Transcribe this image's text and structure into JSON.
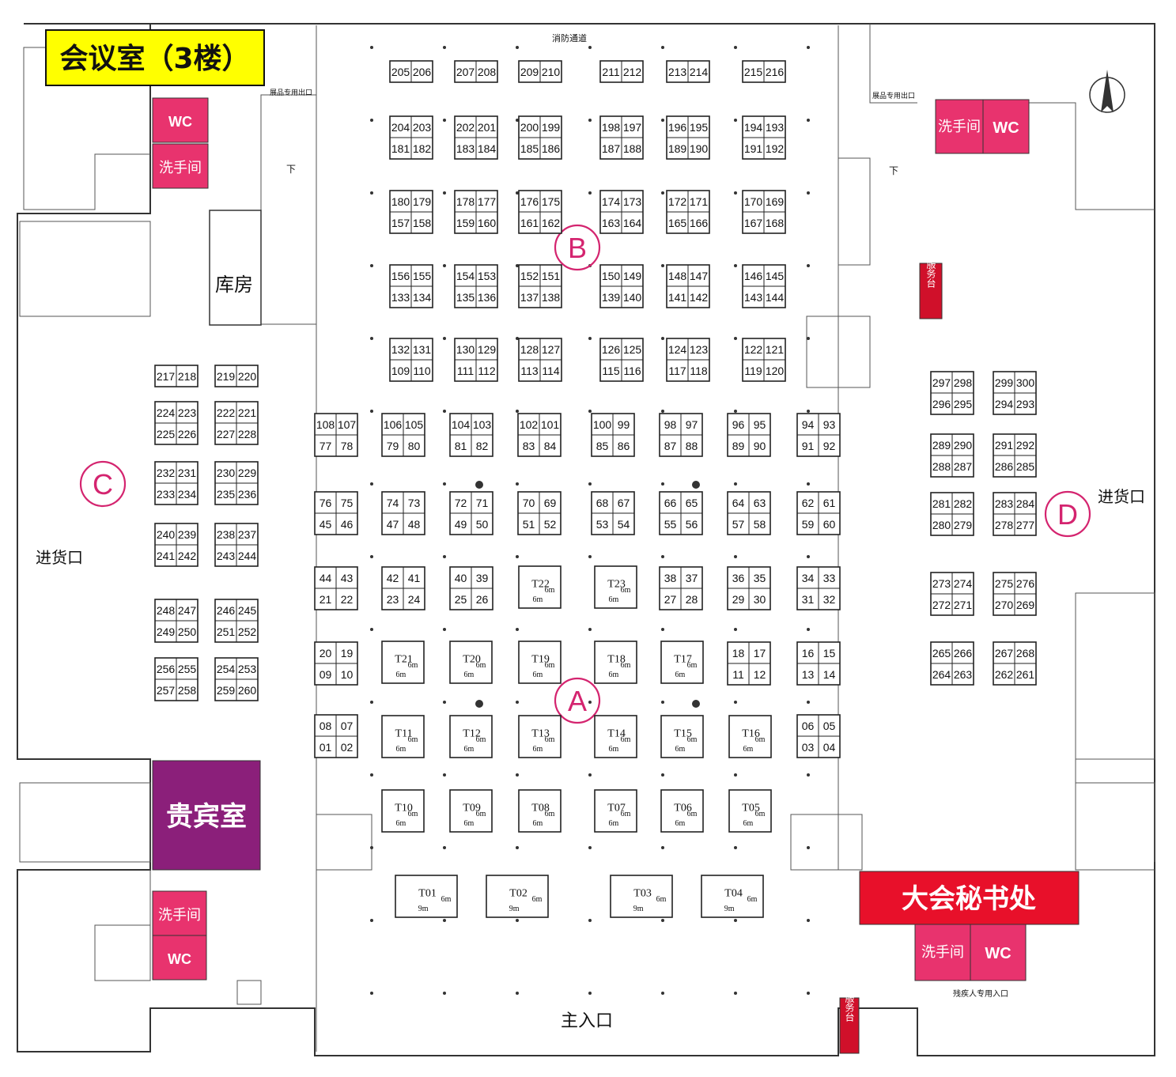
{
  "title": "会议室（3楼）",
  "labels": {
    "fire_passage": "消防通道",
    "exhibit_exit_left": "展品专用出口",
    "exhibit_exit_right": "展品专用出口",
    "down_left": "下",
    "down_right": "下",
    "storage": "库房",
    "loading_left": "进货口",
    "loading_right": "进货口",
    "main_entrance": "主入口",
    "vip_room": "贵宾室",
    "secretariat": "大会秘书处",
    "disabled_entrance": "残疾人专用入口",
    "service_desk_top": "服务台",
    "service_desk_bottom": "服务台"
  },
  "restrooms": {
    "top_left_wc": "WC",
    "top_left_wash": "洗手间",
    "top_right_wash": "洗手间",
    "top_right_wc": "WC",
    "bottom_left_wash": "洗手间",
    "bottom_left_wc": "WC",
    "bottom_right_wash": "洗手间",
    "bottom_right_wc": "WC"
  },
  "zones": [
    "A",
    "B",
    "C",
    "D"
  ],
  "booths": [
    [
      "205",
      "206"
    ],
    [
      "207",
      "208"
    ],
    [
      "209",
      "210"
    ],
    [
      "211",
      "212"
    ],
    [
      "213",
      "214"
    ],
    [
      "215",
      "216"
    ],
    [
      "204",
      "203",
      "181",
      "182"
    ],
    [
      "202",
      "201",
      "183",
      "184"
    ],
    [
      "200",
      "199",
      "185",
      "186"
    ],
    [
      "198",
      "197",
      "187",
      "188"
    ],
    [
      "196",
      "195",
      "189",
      "190"
    ],
    [
      "194",
      "193",
      "191",
      "192"
    ],
    [
      "180",
      "179",
      "157",
      "158"
    ],
    [
      "178",
      "177",
      "159",
      "160"
    ],
    [
      "176",
      "175",
      "161",
      "162"
    ],
    [
      "174",
      "173",
      "163",
      "164"
    ],
    [
      "172",
      "171",
      "165",
      "166"
    ],
    [
      "170",
      "169",
      "167",
      "168"
    ],
    [
      "156",
      "155",
      "133",
      "134"
    ],
    [
      "154",
      "153",
      "135",
      "136"
    ],
    [
      "152",
      "151",
      "137",
      "138"
    ],
    [
      "150",
      "149",
      "139",
      "140"
    ],
    [
      "148",
      "147",
      "141",
      "142"
    ],
    [
      "146",
      "145",
      "143",
      "144"
    ],
    [
      "132",
      "131",
      "109",
      "110"
    ],
    [
      "130",
      "129",
      "111",
      "112"
    ],
    [
      "128",
      "127",
      "113",
      "114"
    ],
    [
      "126",
      "125",
      "115",
      "116"
    ],
    [
      "124",
      "123",
      "117",
      "118"
    ],
    [
      "122",
      "121",
      "119",
      "120"
    ],
    [
      "108",
      "107",
      "77",
      "78"
    ],
    [
      "106",
      "105",
      "79",
      "80"
    ],
    [
      "104",
      "103",
      "81",
      "82"
    ],
    [
      "102",
      "101",
      "83",
      "84"
    ],
    [
      "100",
      "99",
      "85",
      "86"
    ],
    [
      "98",
      "97",
      "87",
      "88"
    ],
    [
      "96",
      "95",
      "89",
      "90"
    ],
    [
      "94",
      "93",
      "91",
      "92"
    ],
    [
      "76",
      "75",
      "45",
      "46"
    ],
    [
      "74",
      "73",
      "47",
      "48"
    ],
    [
      "72",
      "71",
      "49",
      "50"
    ],
    [
      "70",
      "69",
      "51",
      "52"
    ],
    [
      "68",
      "67",
      "53",
      "54"
    ],
    [
      "66",
      "65",
      "55",
      "56"
    ],
    [
      "64",
      "63",
      "57",
      "58"
    ],
    [
      "62",
      "61",
      "59",
      "60"
    ],
    [
      "44",
      "43",
      "21",
      "22"
    ],
    [
      "42",
      "41",
      "23",
      "24"
    ],
    [
      "40",
      "39",
      "25",
      "26"
    ],
    [
      "38",
      "37",
      "27",
      "28"
    ],
    [
      "36",
      "35",
      "29",
      "30"
    ],
    [
      "34",
      "33",
      "31",
      "32"
    ],
    [
      "20",
      "19",
      "09",
      "10"
    ],
    [
      "18",
      "17",
      "11",
      "12"
    ],
    [
      "16",
      "15",
      "13",
      "14"
    ],
    [
      "08",
      "07",
      "01",
      "02"
    ],
    [
      "06",
      "05",
      "03",
      "04"
    ],
    [
      "217",
      "218"
    ],
    [
      "219",
      "220"
    ],
    [
      "224",
      "223",
      "225",
      "226"
    ],
    [
      "222",
      "221",
      "227",
      "228"
    ],
    [
      "232",
      "231",
      "233",
      "234"
    ],
    [
      "230",
      "229",
      "235",
      "236"
    ],
    [
      "240",
      "239",
      "241",
      "242"
    ],
    [
      "238",
      "237",
      "243",
      "244"
    ],
    [
      "248",
      "247",
      "249",
      "250"
    ],
    [
      "246",
      "245",
      "251",
      "252"
    ],
    [
      "256",
      "255",
      "257",
      "258"
    ],
    [
      "254",
      "253",
      "259",
      "260"
    ],
    [
      "297",
      "298",
      "296",
      "295"
    ],
    [
      "299",
      "300",
      "294",
      "293"
    ],
    [
      "289",
      "290",
      "288",
      "287"
    ],
    [
      "291",
      "292",
      "286",
      "285"
    ],
    [
      "281",
      "282",
      "280",
      "279"
    ],
    [
      "283",
      "284",
      "278",
      "277"
    ],
    [
      "273",
      "274",
      "272",
      "271"
    ],
    [
      "275",
      "276",
      "270",
      "269"
    ],
    [
      "265",
      "266",
      "264",
      "263"
    ],
    [
      "267",
      "268",
      "262",
      "261"
    ]
  ],
  "t_booths": [
    {
      "label": "T22",
      "w": "6m",
      "d": "6m"
    },
    {
      "label": "T23",
      "w": "6m",
      "d": "6m"
    },
    {
      "label": "T21",
      "w": "6m",
      "d": "6m"
    },
    {
      "label": "T20",
      "w": "6m",
      "d": "6m"
    },
    {
      "label": "T19",
      "w": "6m",
      "d": "6m"
    },
    {
      "label": "T18",
      "w": "6m",
      "d": "6m"
    },
    {
      "label": "T17",
      "w": "6m",
      "d": "6m"
    },
    {
      "label": "T11",
      "w": "6m",
      "d": "6m"
    },
    {
      "label": "T12",
      "w": "6m",
      "d": "6m"
    },
    {
      "label": "T13",
      "w": "6m",
      "d": "6m"
    },
    {
      "label": "T14",
      "w": "6m",
      "d": "6m"
    },
    {
      "label": "T15",
      "w": "6m",
      "d": "6m"
    },
    {
      "label": "T16",
      "w": "6m",
      "d": "6m"
    },
    {
      "label": "T10",
      "w": "6m",
      "d": "6m"
    },
    {
      "label": "T09",
      "w": "6m",
      "d": "6m"
    },
    {
      "label": "T08",
      "w": "6m",
      "d": "6m"
    },
    {
      "label": "T07",
      "w": "6m",
      "d": "6m"
    },
    {
      "label": "T06",
      "w": "6m",
      "d": "6m"
    },
    {
      "label": "T05",
      "w": "6m",
      "d": "6m"
    },
    {
      "label": "T01",
      "w": "6m",
      "d": "9m"
    },
    {
      "label": "T02",
      "w": "6m",
      "d": "9m"
    },
    {
      "label": "T03",
      "w": "6m",
      "d": "9m"
    },
    {
      "label": "T04",
      "w": "6m",
      "d": "9m"
    }
  ],
  "colors": {
    "title_bg": "#ffff00",
    "restroom": "#e8336e",
    "vip": "#8b1f7a",
    "secretariat": "#e8102a",
    "service": "#d0102a",
    "zone": "#d4246f"
  }
}
